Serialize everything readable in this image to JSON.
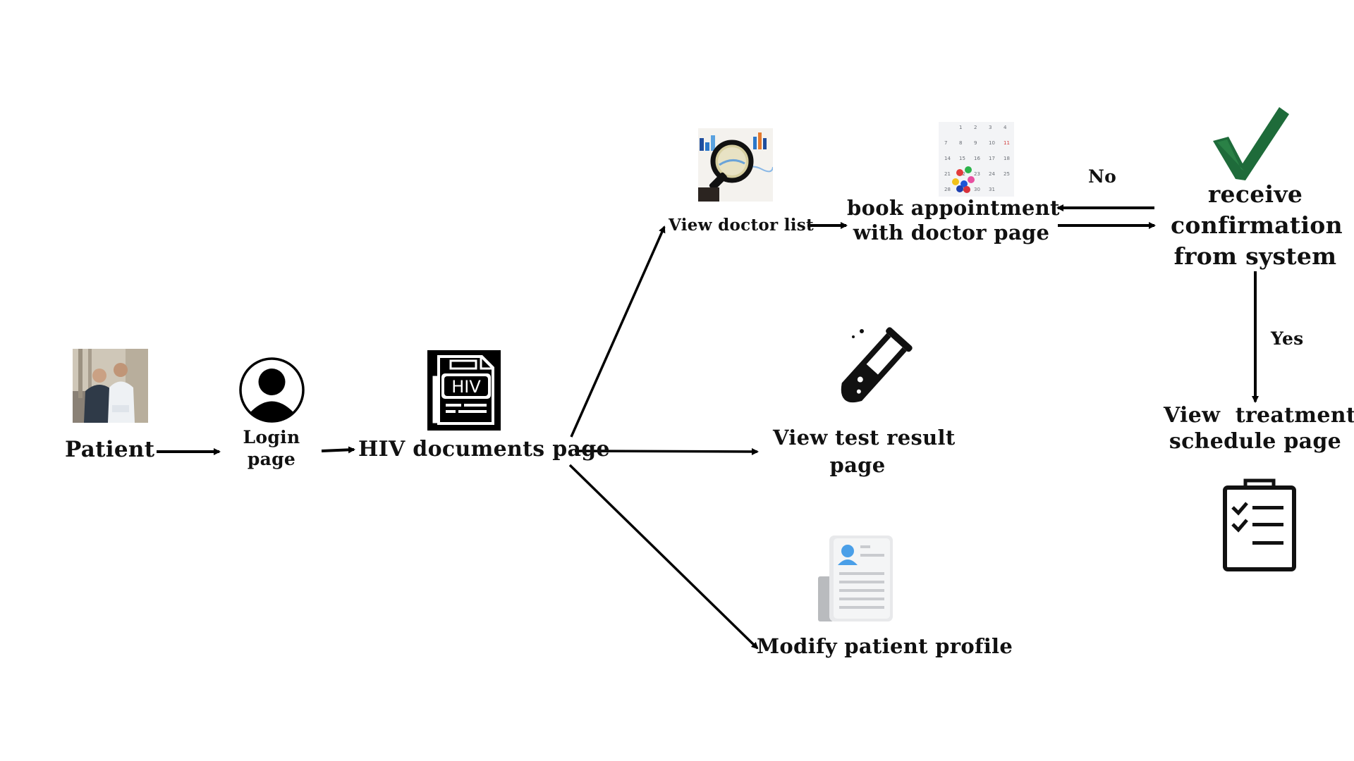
{
  "nodes": {
    "patient": "Patient",
    "login_line1": "Login",
    "login_line2": "page",
    "hiv_docs": "HIV documents page",
    "hiv_icon_text": "HIV",
    "view_doctor": "View doctor list",
    "book_line1": "book appointment",
    "book_line2": "with doctor page",
    "confirm_line1": "receive",
    "confirm_line2": "confirmation",
    "confirm_line3": "from system",
    "test_line1": "View test result",
    "test_line2": "page",
    "modify_profile": "Modify patient profile",
    "treatment_line1": "View  treatment",
    "treatment_line2": "schedule page"
  },
  "edges": {
    "no_label": "No",
    "yes_label": "Yes"
  },
  "icons": {
    "patient_photo": "patient-doctor-photo-icon",
    "login": "user-avatar-icon",
    "hiv_document": "hiv-document-icon",
    "doctor_search": "magnifier-chart-icon",
    "calendar": "calendar-icon",
    "checkmark": "checkmark-icon",
    "test_tube": "test-tube-icon",
    "profile": "profile-document-icon",
    "checklist": "clipboard-checklist-icon"
  },
  "colors": {
    "text": "#111111",
    "arrow": "#000000",
    "check": "#1e6b3a",
    "profile_accent": "#4a9fe8"
  },
  "calendar": {
    "days": [
      "1",
      "2",
      "3",
      "4",
      "7",
      "8",
      "9",
      "10",
      "11",
      "14",
      "15",
      "16",
      "17",
      "18",
      "21",
      "22",
      "23",
      "24",
      "25",
      "28",
      "29",
      "30",
      "31"
    ]
  }
}
